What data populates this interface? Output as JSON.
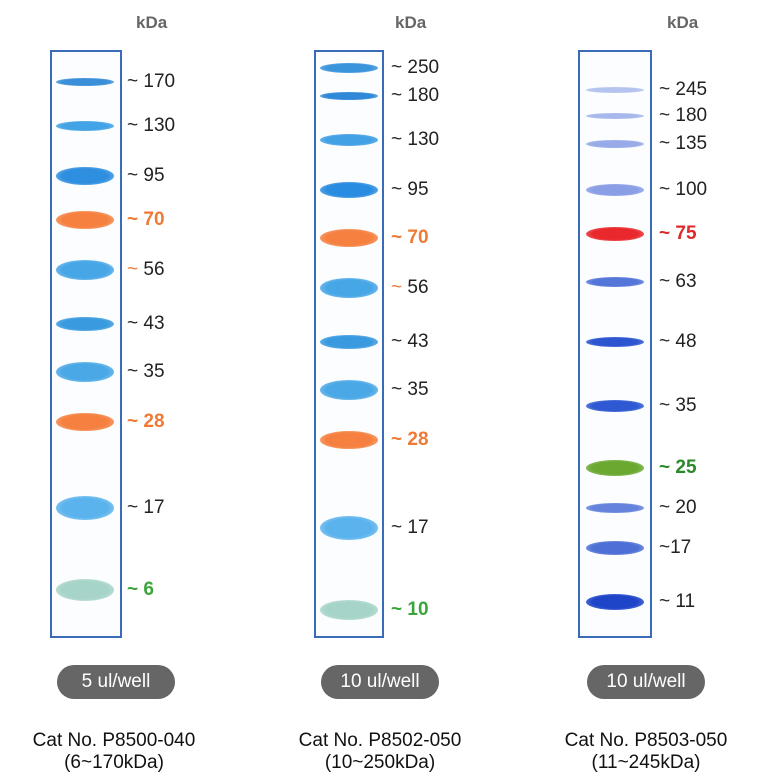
{
  "ladders": [
    {
      "unit": "kDa",
      "volume": "5 ul/well",
      "cat_no": "Cat No. P8500-040",
      "range": "(6~170kDa)",
      "bands": [
        {
          "label": "~ 170",
          "color": "#3a8fd8",
          "label_color": "#222222",
          "bold": false
        },
        {
          "label": "~ 130",
          "color": "#42a3e6",
          "label_color": "#222222",
          "bold": false
        },
        {
          "label": "~ 95",
          "color": "#2e8ee0",
          "label_color": "#222222",
          "bold": false
        },
        {
          "label": "~ 70",
          "color": "#f5803f",
          "label_color": "#f07a35",
          "bold": true
        },
        {
          "label": "~ 56",
          "color": "#47a6e6",
          "label_color": "#222222",
          "bold": false,
          "tilde_color": "#f07a35"
        },
        {
          "label": "~ 43",
          "color": "#3a9ae0",
          "label_color": "#222222",
          "bold": false
        },
        {
          "label": "~ 35",
          "color": "#4aa8e6",
          "label_color": "#222222",
          "bold": false
        },
        {
          "label": "~ 28",
          "color": "#f5803f",
          "label_color": "#f07a35",
          "bold": true
        },
        {
          "label": "~ 17",
          "color": "#5ab3ec",
          "label_color": "#222222",
          "bold": false
        },
        {
          "label": "~ 6",
          "color": "#a6d4c8",
          "label_color": "#3aa63a",
          "bold": true
        }
      ]
    },
    {
      "unit": "kDa",
      "volume": "10 ul/well",
      "cat_no": "Cat No. P8502-050",
      "range": "(10~250kDa)",
      "bands": [
        {
          "label": "~ 250",
          "color": "#3a94dc",
          "label_color": "#222222",
          "bold": false
        },
        {
          "label": "~ 180",
          "color": "#2f88d8",
          "label_color": "#222222",
          "bold": false
        },
        {
          "label": "~ 130",
          "color": "#42a0e4",
          "label_color": "#222222",
          "bold": false
        },
        {
          "label": "~ 95",
          "color": "#2a8ce0",
          "label_color": "#222222",
          "bold": false
        },
        {
          "label": "~ 70",
          "color": "#f5803f",
          "label_color": "#f07a35",
          "bold": true
        },
        {
          "label": "~ 56",
          "color": "#47a6e6",
          "label_color": "#222222",
          "bold": false,
          "tilde_color": "#f07a35"
        },
        {
          "label": "~ 43",
          "color": "#3a9ae0",
          "label_color": "#222222",
          "bold": false
        },
        {
          "label": "~ 35",
          "color": "#4aa8e6",
          "label_color": "#222222",
          "bold": false
        },
        {
          "label": "~ 28",
          "color": "#f5803f",
          "label_color": "#f07a35",
          "bold": true
        },
        {
          "label": "~ 17",
          "color": "#5ab3ec",
          "label_color": "#222222",
          "bold": false
        },
        {
          "label": "~ 10",
          "color": "#a6d4c8",
          "label_color": "#3aa63a",
          "bold": true
        }
      ]
    },
    {
      "unit": "kDa",
      "volume": "10 ul/well",
      "cat_no": "Cat No. P8503-050",
      "range": "(11~245kDa)",
      "bands": [
        {
          "label": "~ 245",
          "color": "#b5c3ef",
          "label_color": "#222222",
          "bold": false
        },
        {
          "label": "~ 180",
          "color": "#a8b8ec",
          "label_color": "#222222",
          "bold": false
        },
        {
          "label": "~ 135",
          "color": "#98aae8",
          "label_color": "#222222",
          "bold": false
        },
        {
          "label": "~ 100",
          "color": "#8a9ee6",
          "label_color": "#222222",
          "bold": false
        },
        {
          "label": "~ 75",
          "color": "#e8282c",
          "label_color": "#dd2a2a",
          "bold": true
        },
        {
          "label": "~ 63",
          "color": "#5476d8",
          "label_color": "#222222",
          "bold": false
        },
        {
          "label": "~ 48",
          "color": "#2d55cf",
          "label_color": "#222222",
          "bold": false
        },
        {
          "label": "~ 35",
          "color": "#2f59d2",
          "label_color": "#222222",
          "bold": false
        },
        {
          "label": "~ 25",
          "color": "#6aa830",
          "label_color": "#2a8a2a",
          "bold": true
        },
        {
          "label": "~ 20",
          "color": "#6582dc",
          "label_color": "#222222",
          "bold": false
        },
        {
          "label": "~17",
          "color": "#4d6fd6",
          "label_color": "#222222",
          "bold": false
        },
        {
          "label": "~ 11",
          "color": "#1e44c8",
          "label_color": "#222222",
          "bold": false
        }
      ]
    }
  ]
}
